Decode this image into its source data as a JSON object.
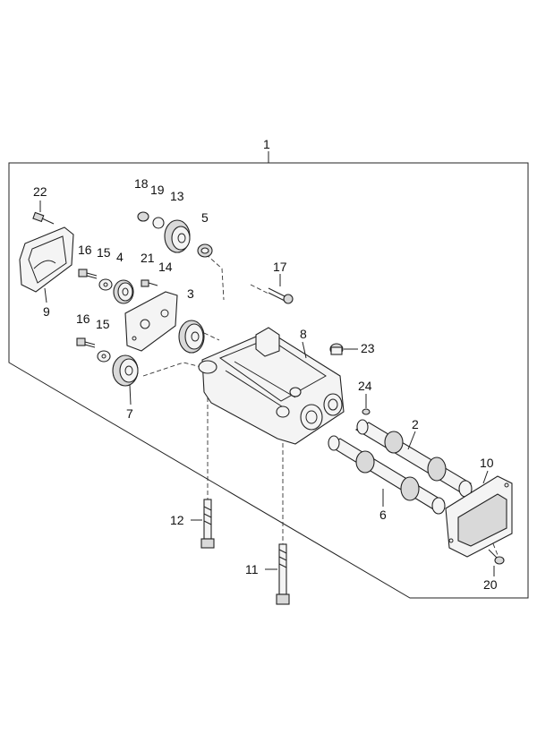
{
  "callouts": [
    {
      "id": "assembly",
      "label": "1"
    },
    {
      "id": "shaft-upper",
      "label": "2"
    },
    {
      "id": "gear-drive",
      "label": "3"
    },
    {
      "id": "gear-small-upper",
      "label": "4"
    },
    {
      "id": "nut-washer",
      "label": "5"
    },
    {
      "id": "shaft-lower",
      "label": "6"
    },
    {
      "id": "gear-lower",
      "label": "7"
    },
    {
      "id": "housing",
      "label": "8"
    },
    {
      "id": "cover-left",
      "label": "9"
    },
    {
      "id": "cover-right",
      "label": "10"
    },
    {
      "id": "bolt-long",
      "label": "11"
    },
    {
      "id": "bolt-medium",
      "label": "12"
    },
    {
      "id": "gear-top",
      "label": "13"
    },
    {
      "id": "plate",
      "label": "14"
    },
    {
      "id": "washer-upper",
      "label": "15"
    },
    {
      "id": "washer-lower",
      "label": "15"
    },
    {
      "id": "bolt-small-upper",
      "label": "16"
    },
    {
      "id": "bolt-small-lower",
      "label": "16"
    },
    {
      "id": "bolt-17",
      "label": "17"
    },
    {
      "id": "nut-18",
      "label": "18"
    },
    {
      "id": "washer-19",
      "label": "19"
    },
    {
      "id": "bolt-20",
      "label": "20"
    },
    {
      "id": "bolt-21",
      "label": "21"
    },
    {
      "id": "bolt-22",
      "label": "22"
    },
    {
      "id": "plug-23",
      "label": "23"
    },
    {
      "id": "pin-24",
      "label": "24"
    }
  ]
}
